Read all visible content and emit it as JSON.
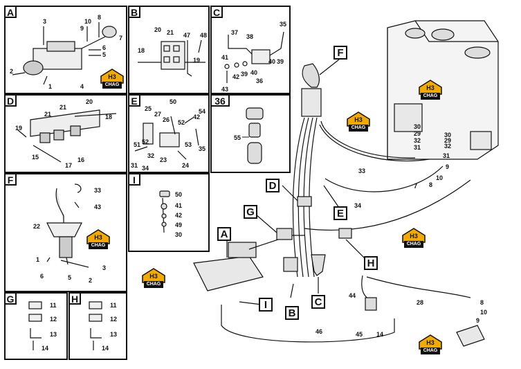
{
  "panels": [
    {
      "id": "A",
      "labels": [
        "3",
        "10",
        "8",
        "9",
        "7",
        "6",
        "5",
        "2",
        "1",
        "4"
      ]
    },
    {
      "id": "B",
      "labels": [
        "20",
        "21",
        "47",
        "48",
        "18",
        "19"
      ]
    },
    {
      "id": "C",
      "labels": [
        "37",
        "38",
        "35",
        "41",
        "42",
        "39",
        "40",
        "40",
        "39",
        "36",
        "43"
      ]
    },
    {
      "id": "D",
      "labels": [
        "20",
        "21",
        "21",
        "18",
        "19",
        "15",
        "17",
        "16"
      ]
    },
    {
      "id": "E",
      "labels": [
        "25",
        "27",
        "50",
        "26",
        "52",
        "42",
        "54",
        "51",
        "52",
        "53",
        "35",
        "32",
        "23",
        "24",
        "31",
        "34"
      ]
    },
    {
      "id": "36",
      "labels": [
        "55"
      ]
    },
    {
      "id": "F",
      "labels": [
        "33",
        "43",
        "22",
        "1",
        "3",
        "6",
        "5",
        "2"
      ]
    },
    {
      "id": "I",
      "labels": [
        "50",
        "41",
        "42",
        "49",
        "30"
      ]
    },
    {
      "id": "G",
      "labels": [
        "11",
        "12",
        "13",
        "14"
      ]
    },
    {
      "id": "H",
      "labels": [
        "11",
        "12",
        "13",
        "14"
      ]
    }
  ],
  "callouts": [
    "F",
    "D",
    "E",
    "G",
    "A",
    "H",
    "I",
    "B",
    "C"
  ],
  "main_labels": [
    "30",
    "29",
    "32",
    "31",
    "30",
    "29",
    "32",
    "31",
    "33",
    "9",
    "10",
    "8",
    "7",
    "34",
    "28",
    "44",
    "45",
    "14",
    "46",
    "8",
    "10",
    "9"
  ],
  "watermark": {
    "brand": "H3",
    "text": "CHAG"
  }
}
